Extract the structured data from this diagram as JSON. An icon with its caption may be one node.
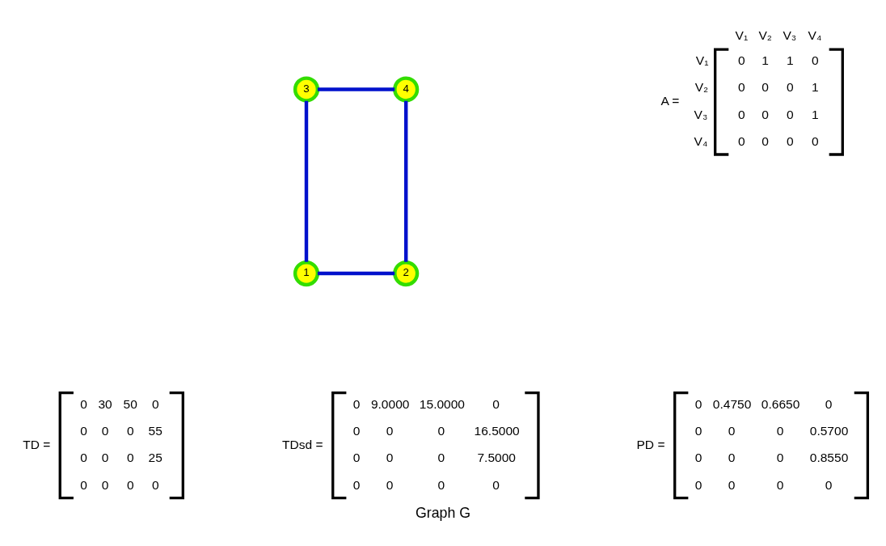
{
  "diagram": {
    "caption": "Graph G",
    "nodes": [
      {
        "text": [
          "3"
        ]
      },
      {
        "text": [
          "4"
        ]
      },
      {
        "text": [
          "1"
        ]
      },
      {
        "text": [
          "2"
        ]
      }
    ],
    "edges": [
      {
        "from": 0,
        "to": 1,
        "arrow": "none"
      },
      {
        "from": 1,
        "to": 3,
        "arrow": "none"
      },
      {
        "from": 2,
        "to": 3,
        "arrow": "none"
      },
      {
        "from": 0,
        "to": 2,
        "arrow": "none"
      }
    ],
    "labels": [
      "V₁",
      "V₂",
      "V₃",
      "V₄",
      "A =",
      "V₁",
      "0",
      "1",
      "1",
      "0",
      "V₂",
      "0",
      "0",
      "0",
      "1",
      "V₃",
      "0",
      "0",
      "0",
      "1",
      "V₄",
      "0",
      "0",
      "0",
      "0",
      "TD =",
      "0",
      "30",
      "50",
      "0",
      "0",
      "0",
      "0",
      "55",
      "0",
      "0",
      "0",
      "25",
      "0",
      "0",
      "0",
      "0",
      "TDsd =",
      "0",
      "9.0000",
      "15.0000",
      "0",
      "0",
      "0",
      "0",
      "16.5000",
      "0",
      "0",
      "0",
      "7.5000",
      "0",
      "0",
      "0",
      "0",
      "PD =",
      "0",
      "0.4750",
      "0.6650",
      "0",
      "0",
      "0",
      "0",
      "0.5700",
      "0",
      "0",
      "0",
      "0.8550",
      "0",
      "0",
      "0",
      "0"
    ]
  }
}
